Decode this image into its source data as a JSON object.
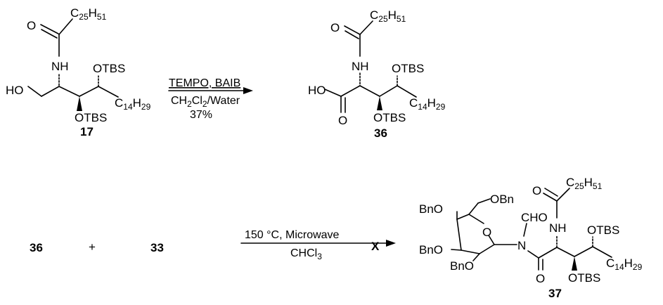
{
  "compounds": {
    "c17": {
      "number": "17",
      "acyl": {
        "c": "C",
        "c_sub": "25",
        "h": "H",
        "h_sub": "51"
      },
      "carbonyl_o": "O",
      "nh": "NH",
      "ho": "HO",
      "otbs_top": "OTBS",
      "otbs_bottom": "OTBS",
      "chain": {
        "c": "C",
        "c_sub": "14",
        "h": "H",
        "h_sub": "29"
      }
    },
    "c36": {
      "number": "36",
      "acyl": {
        "c": "C",
        "c_sub": "25",
        "h": "H",
        "h_sub": "51"
      },
      "carbonyl_o": "O",
      "nh": "NH",
      "ho": "HO",
      "acid_o": "O",
      "otbs_top": "OTBS",
      "otbs_bottom": "OTBS",
      "chain": {
        "c": "C",
        "c_sub": "14",
        "h": "H",
        "h_sub": "29"
      }
    },
    "c37": {
      "number": "37",
      "bno_top": "BnO",
      "obn": "OBn",
      "ring_o": "O",
      "bno_mid": "BnO",
      "bno_bottom": "BnO",
      "n": "N",
      "cho": "CHO",
      "amide_o": "O",
      "carbonyl_o": "O",
      "nh": "NH",
      "acyl": {
        "c": "C",
        "c_sub": "25",
        "h": "H",
        "h_sub": "51"
      },
      "otbs_top": "OTBS",
      "otbs_bottom": "OTBS",
      "chain": {
        "c": "C",
        "c_sub": "14",
        "h": "H",
        "h_sub": "29"
      }
    }
  },
  "reaction1": {
    "reagents": "TEMPO, BAIB",
    "solvent": {
      "a": "CH",
      "a_sub": "2",
      "b": "Cl",
      "b_sub": "2",
      "c": "/Water"
    },
    "yield": "37%"
  },
  "reaction2": {
    "reactant_a": "36",
    "plus": "+",
    "reactant_b": "33",
    "conditions": "150 °C, Microwave",
    "solvent": {
      "a": "CHCl",
      "a_sub": "3"
    },
    "failed_mark": "X"
  }
}
